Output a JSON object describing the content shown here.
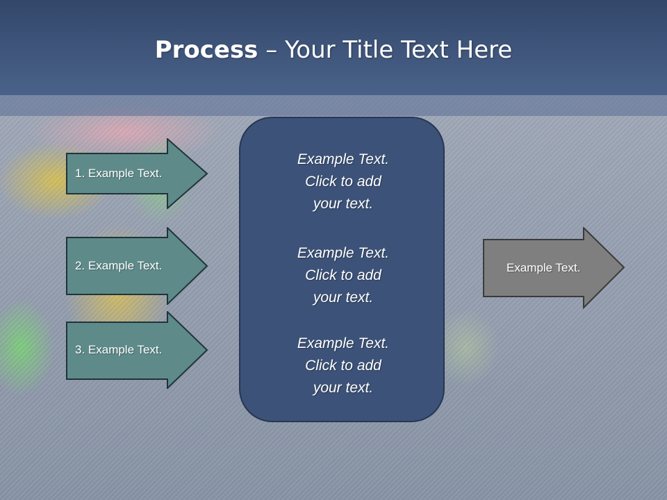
{
  "slide": {
    "title_bold": "Process",
    "title_rest": " – Your Title Text Here"
  },
  "steps": [
    {
      "label": "1. Example Text."
    },
    {
      "label": "2. Example Text."
    },
    {
      "label": "3. Example Text."
    }
  ],
  "center_blocks": [
    {
      "line1": "Example Text.",
      "line2": "Click  to add",
      "line3": "your text."
    },
    {
      "line1": "Example Text.",
      "line2": "Click  to add",
      "line3": "your text."
    },
    {
      "line1": "Example Text.",
      "line2": "Click  to add",
      "line3": "your text."
    }
  ],
  "output": {
    "label": "Example Text."
  },
  "colors": {
    "header": "#3c5278",
    "step_arrow_fill": "#5e8b8a",
    "center_box_fill": "#3c5278",
    "output_arrow_fill": "#7f7f7f"
  }
}
